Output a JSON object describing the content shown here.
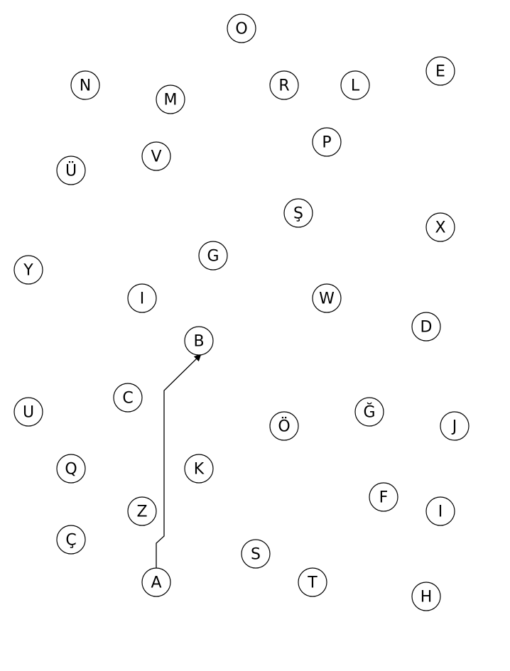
{
  "nodes": [
    "O",
    "E",
    "N",
    "R",
    "L",
    "M",
    "P",
    "V",
    "Ü",
    "Ş",
    "X",
    "G",
    "Y",
    "I",
    "W",
    "D",
    "B",
    "C",
    "U",
    "Ğ",
    "Ö",
    "J",
    "Q",
    "K",
    "F",
    "I",
    "Z",
    "Ç",
    "S",
    "A",
    "T",
    "H"
  ],
  "edges": [
    {
      "from": "A",
      "to": "B",
      "directed": true
    }
  ],
  "colors": {
    "stroke": "#000000",
    "fill": "#ffffff"
  }
}
